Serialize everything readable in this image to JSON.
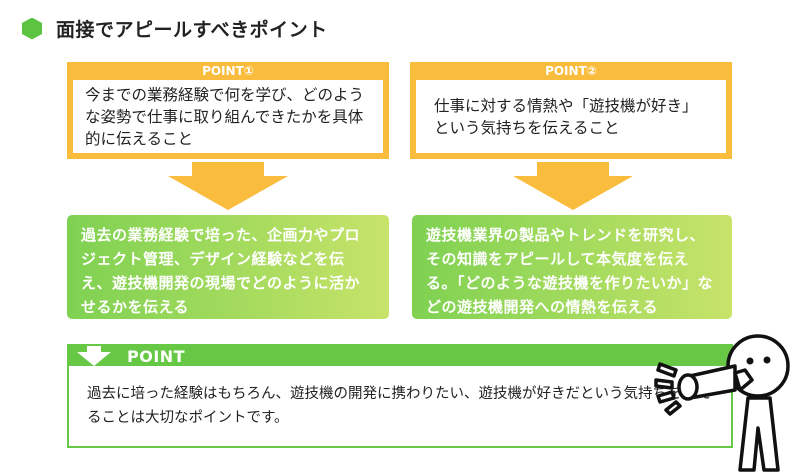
{
  "header": {
    "icon": "hexagon-icon",
    "title": "面接でアピールすべきポイント",
    "accent_color": "#5cc441"
  },
  "points": [
    {
      "label": "POINT①",
      "text": "今までの業務経験で何を学び、どのような姿勢で仕事に取り組んできたかを具体的に伝えること",
      "detail": "過去の業務経験で培った、企画力やプロジェクト管理、デザイン経験などを伝え、遊技機開発の現場でどのように活かせるかを伝える"
    },
    {
      "label": "POINT②",
      "text": "仕事に対する情熱や「遊技機が好き」という気持ちを伝えること",
      "detail": "遊技機業界の製品やトレンドを研究し、その知識をアピールして本気度を伝える。「どのような遊技機を作りたいか」などの遊技機開発への情熱を伝える"
    }
  ],
  "summary": {
    "label": "POINT",
    "text": "過去に培った経験はもちろん、遊技機の開発に携わりたい、遊技機が好きだという気持ちを伝えることは大切なポイントです。"
  },
  "colors": {
    "point_orange": "#fabc3c",
    "green_start": "#7fd152",
    "green_end": "#c8e36a",
    "summary_green": "#66c844"
  },
  "illustration": "megaphone-person-icon"
}
